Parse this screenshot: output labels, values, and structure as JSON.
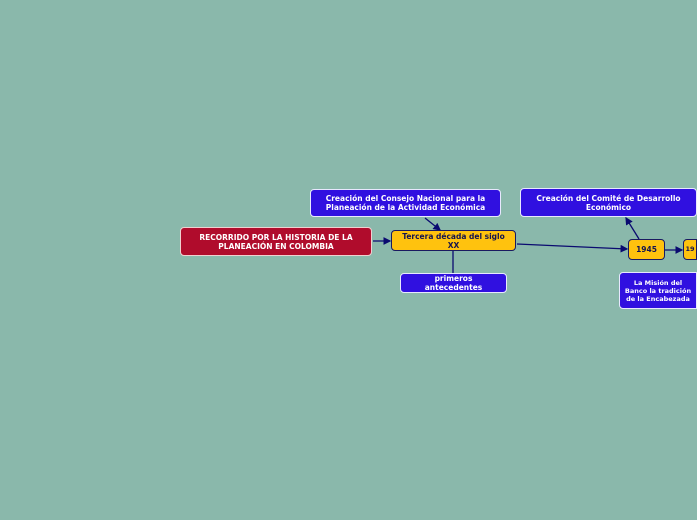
{
  "nodes": {
    "root": "RECORRIDO POR LA HISTORIA DE LA PLANEACIÓN EN COLOMBIA",
    "tercera": "Tercera década del siglo XX",
    "consejo": "Creación del Consejo Nacional para la Planeación de la Actividad Económica",
    "antecedentes": "primeros antecedentes",
    "comite": "Creación del Comité de Desarrollo Económico",
    "y1945": "1945",
    "ynext": "19",
    "mision": "La Misión del Banco la tradición de la Encabezada"
  },
  "colors": {
    "background": "#8ab8ab",
    "blue": "#3010e0",
    "red": "#b00c2c",
    "yellow": "#ffc20e",
    "line": "#0a0a70"
  }
}
